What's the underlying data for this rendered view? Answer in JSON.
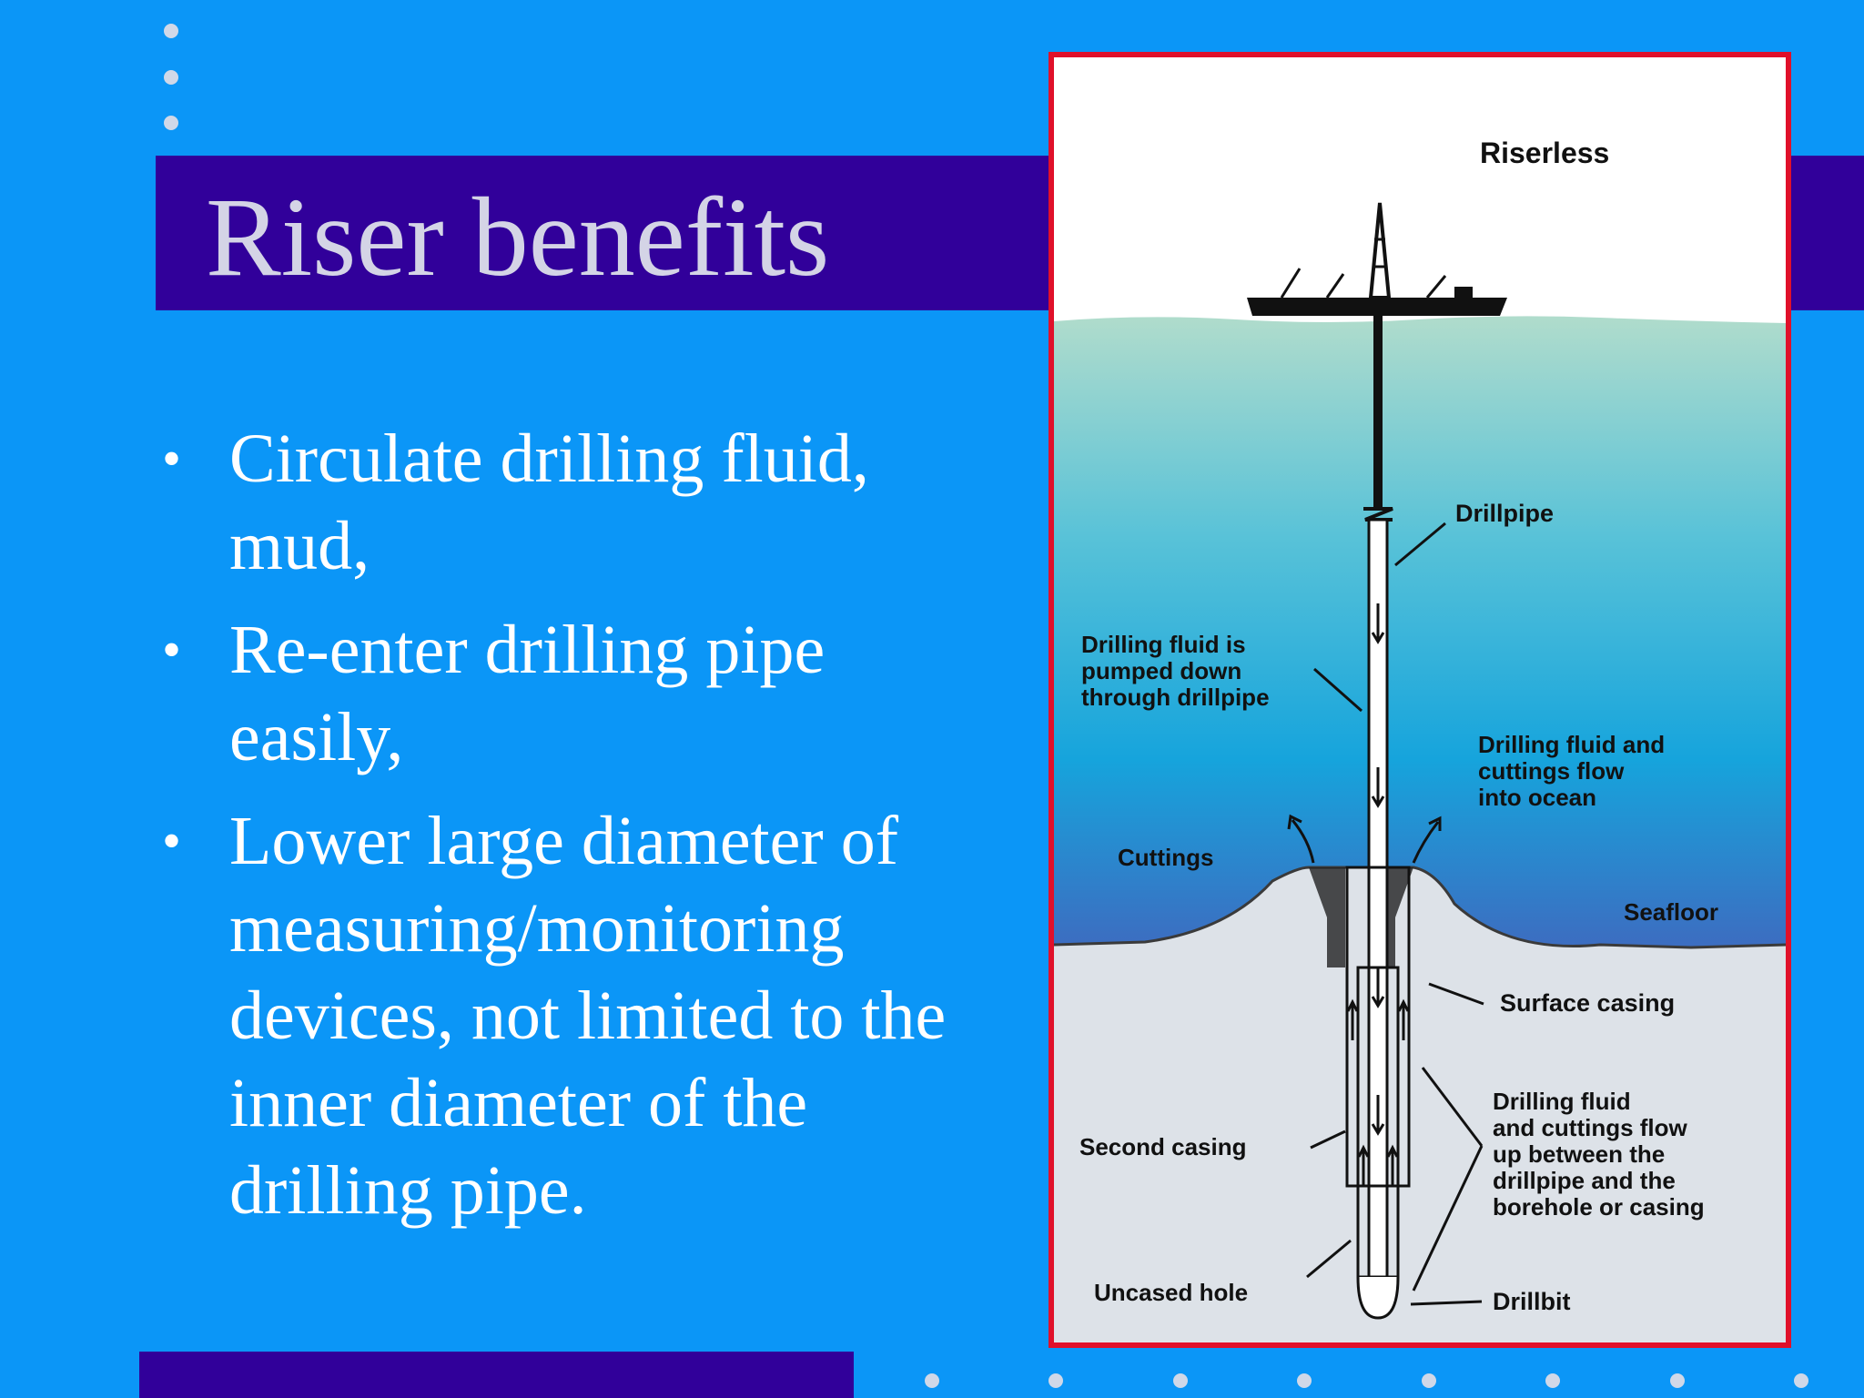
{
  "slide": {
    "title": "Riser benefits",
    "bullets": [
      "Circulate drilling fluid, mud,",
      "Re-enter drilling pipe easily,",
      "Lower large diameter of measuring/monitoring devices, not limited to the inner diameter of the drilling pipe."
    ]
  },
  "diagram": {
    "heading": "Riserless",
    "labels": {
      "drillpipe": "Drillpipe",
      "fluid_down": [
        "Drilling fluid is",
        "pumped down",
        "through drillpipe"
      ],
      "fluid_ocean": [
        "Drilling fluid and",
        "cuttings flow",
        "into ocean"
      ],
      "cuttings": "Cuttings",
      "seafloor": "Seafloor",
      "surface_casing": "Surface casing",
      "fluid_up": [
        "Drilling fluid",
        "and cuttings flow",
        "up between the",
        "drillpipe and the",
        "borehole or casing"
      ],
      "second_casing": "Second casing",
      "uncased_hole": "Uncased hole",
      "drillbit": "Drillbit"
    }
  },
  "colors": {
    "background": "#0b96f7",
    "band": "#31009a",
    "frame_border": "#e0102a"
  }
}
